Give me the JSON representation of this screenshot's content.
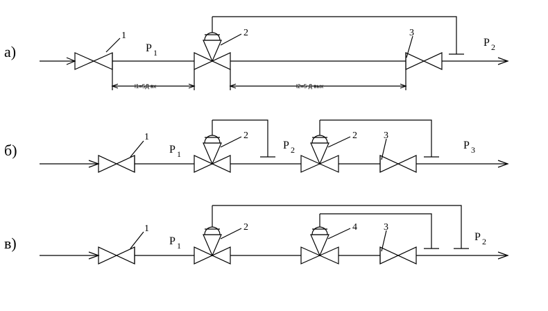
{
  "rows": {
    "a": {
      "label": "а)",
      "valve_labels": {
        "v1": "1",
        "v2": "2",
        "v3": "3"
      },
      "p_in": {
        "letter": "P",
        "sub": "1"
      },
      "p_out": {
        "letter": "P",
        "sub": "2"
      },
      "dim_left": "l1=5Д вх",
      "dim_right": "l2=5 Д вых"
    },
    "b": {
      "label": "б)",
      "valve_labels": {
        "v1": "1",
        "v2": "2",
        "v3": "2",
        "v4": "3"
      },
      "p1": {
        "letter": "P",
        "sub": "1"
      },
      "p2": {
        "letter": "P",
        "sub": "2"
      },
      "p3": {
        "letter": "P",
        "sub": "3"
      }
    },
    "c": {
      "label": "в)",
      "valve_labels": {
        "v1": "1",
        "v2": "2",
        "v3": "4",
        "v4": "3"
      },
      "p1": {
        "letter": "P",
        "sub": "1"
      },
      "p2": {
        "letter": "P",
        "sub": "2"
      }
    }
  },
  "colors": {
    "line": "#000000",
    "background": "#ffffff"
  }
}
